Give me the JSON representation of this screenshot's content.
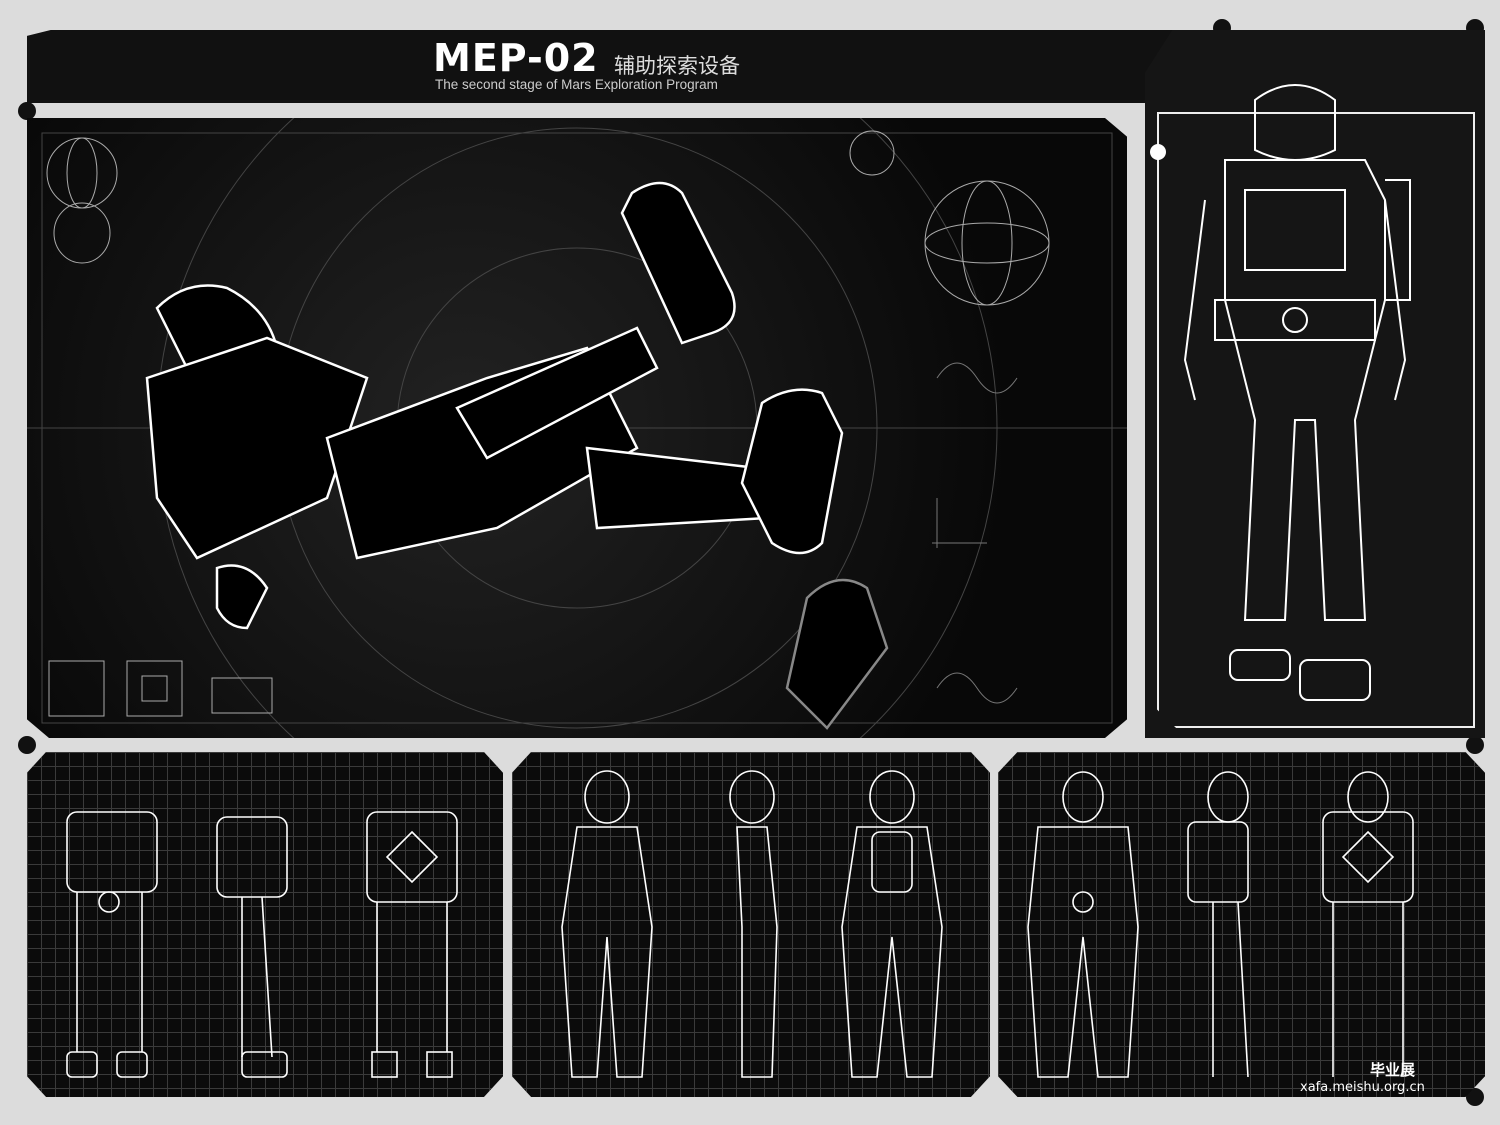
{
  "header": {
    "title": "MEP-02",
    "title_cn": "辅助探索设备",
    "subtitle": "The second stage of Mars Exploration Program"
  },
  "watermark": {
    "label": "毕业展",
    "url": "xafa.meishu.org.cn"
  },
  "colors": {
    "background": "#dcdcdc",
    "panel": "#0d0d0d",
    "line": "#ffffff"
  }
}
